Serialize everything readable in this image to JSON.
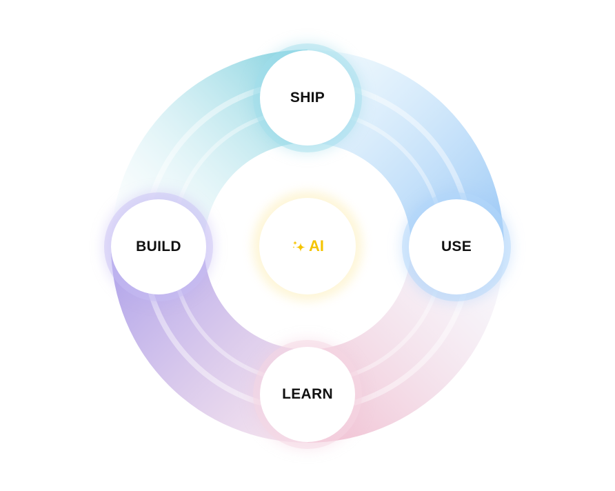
{
  "diagram": {
    "type": "cycle",
    "center": {
      "label": "AI",
      "icon": "sparkle-icon",
      "color": "#F5C400"
    },
    "nodes": [
      {
        "id": "ship",
        "label": "SHIP",
        "position": "top",
        "color": "#7FD0DE"
      },
      {
        "id": "use",
        "label": "USE",
        "position": "right",
        "color": "#9CC8F5"
      },
      {
        "id": "learn",
        "label": "LEARN",
        "position": "bottom",
        "color": "#F0B8CC"
      },
      {
        "id": "build",
        "label": "BUILD",
        "position": "left",
        "color": "#A99BE8"
      }
    ],
    "ring_colors": {
      "teal": "#7FD0DE",
      "blue": "#9CC8F5",
      "pink": "#F0B8CC",
      "purple": "#A99BE8"
    }
  }
}
